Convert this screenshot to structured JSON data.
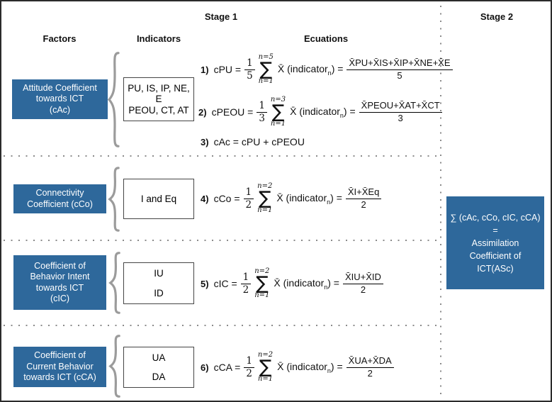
{
  "headers": {
    "stage1": "Stage 1",
    "stage2": "Stage 2",
    "factors": "Factors",
    "indicators": "Indicators",
    "equations": "Ecuations"
  },
  "colors": {
    "factor_box_blue": "#2e689b",
    "brace_gray": "#9b9b9b",
    "dotted_line_gray": "#8b8b8b"
  },
  "factors": [
    {
      "lines": [
        "Attitude Coefficient",
        "towards ICT",
        "(cAc)"
      ]
    },
    {
      "lines": [
        "Connectivity",
        "Coefficient (cCo)"
      ]
    },
    {
      "lines": [
        "Coefficient of",
        "Behavior Intent",
        "towards ICT",
        "(cIC)"
      ]
    },
    {
      "lines": [
        "Coefficient of",
        "Current Behavior",
        "towards ICT (cCA)"
      ]
    }
  ],
  "indicators": [
    {
      "lines": [
        "PU, IS, IP, NE, E",
        "PEOU, CT, AT"
      ]
    },
    {
      "lines": [
        "I and Eq"
      ]
    },
    {
      "lines": [
        "IU",
        "ID"
      ]
    },
    {
      "lines": [
        "UA",
        "DA"
      ]
    }
  ],
  "math": {
    "sigma": "∑"
  },
  "equations": [
    {
      "num": "1)",
      "lhs": "cPU =",
      "coef_num": "1",
      "coef_den": "5",
      "sum_upper": "n=5",
      "sum_lower": "n=1",
      "mid_pre": "X̄ (indicator",
      "mid_sub": "n",
      "mid_post": ") =",
      "frac_num": "X̄PU+X̄IS+X̄IP+X̄NE+X̄E",
      "frac_den": "5"
    },
    {
      "num": "2)",
      "lhs": "cPEOU =",
      "coef_num": "1",
      "coef_den": "3",
      "sum_upper": "n=3",
      "sum_lower": "n=1",
      "mid_pre": "X̄ (indicator",
      "mid_sub": "n",
      "mid_post": ") =",
      "frac_num": "X̄PEOU+X̄AT+X̄CT",
      "frac_den": "3"
    },
    {
      "num": "3)",
      "text": "cAc = cPU + cPEOU"
    },
    {
      "num": "4)",
      "lhs": "cCo =",
      "coef_num": "1",
      "coef_den": "2",
      "sum_upper": "n=2",
      "sum_lower": "n=1",
      "mid_pre": "X̄ (indicator",
      "mid_sub": "n",
      "mid_post": ") =",
      "frac_num": "X̄I+X̄Eq",
      "frac_den": "2"
    },
    {
      "num": "5)",
      "lhs": "cIC =",
      "coef_num": "1",
      "coef_den": "2",
      "sum_upper": "n=2",
      "sum_lower": "n=1",
      "mid_pre": "X̄ (indicator",
      "mid_sub": "n",
      "mid_post": ") =",
      "frac_num": "X̄IU+X̄ID",
      "frac_den": "2"
    },
    {
      "num": "6)",
      "lhs": "cCA =",
      "coef_num": "1",
      "coef_den": "2",
      "sum_upper": "n=2",
      "sum_lower": "n=1",
      "mid_pre": "X̄ (indicator",
      "mid_sub": "n",
      "mid_post": ") =",
      "frac_num": "X̄UA+X̄DA",
      "frac_den": "2"
    }
  ],
  "assimilation_box": {
    "lines": [
      "∑ (cAc, cCo, cIC, cCA)",
      "=",
      "Assimilation",
      "Coefficient of",
      "ICT(ASc)"
    ]
  }
}
